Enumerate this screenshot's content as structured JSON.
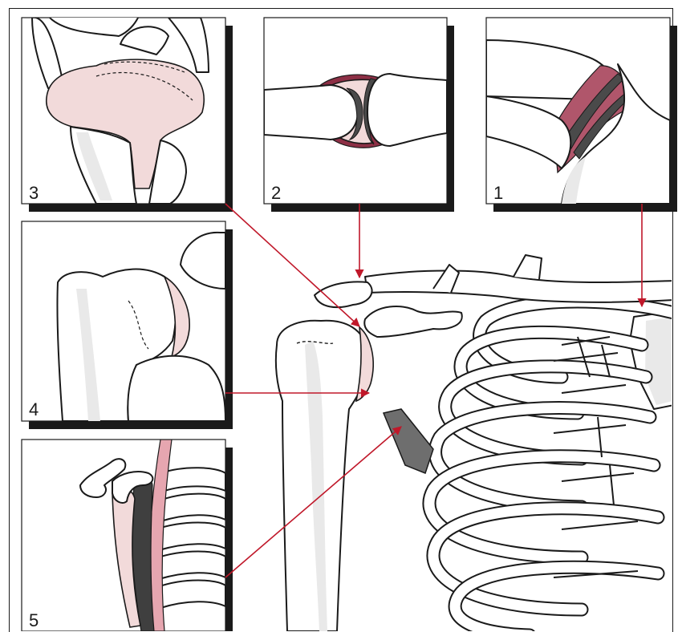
{
  "panels": [
    {
      "label": "3"
    },
    {
      "label": "2"
    },
    {
      "label": "1"
    },
    {
      "label": "4"
    },
    {
      "label": "5"
    }
  ],
  "colors": {
    "leader_line": "#c0182a",
    "cartilage": "#f2dada",
    "cartilage_dark": "#8d2f45",
    "panel_shadow": "#1a1a1a"
  }
}
